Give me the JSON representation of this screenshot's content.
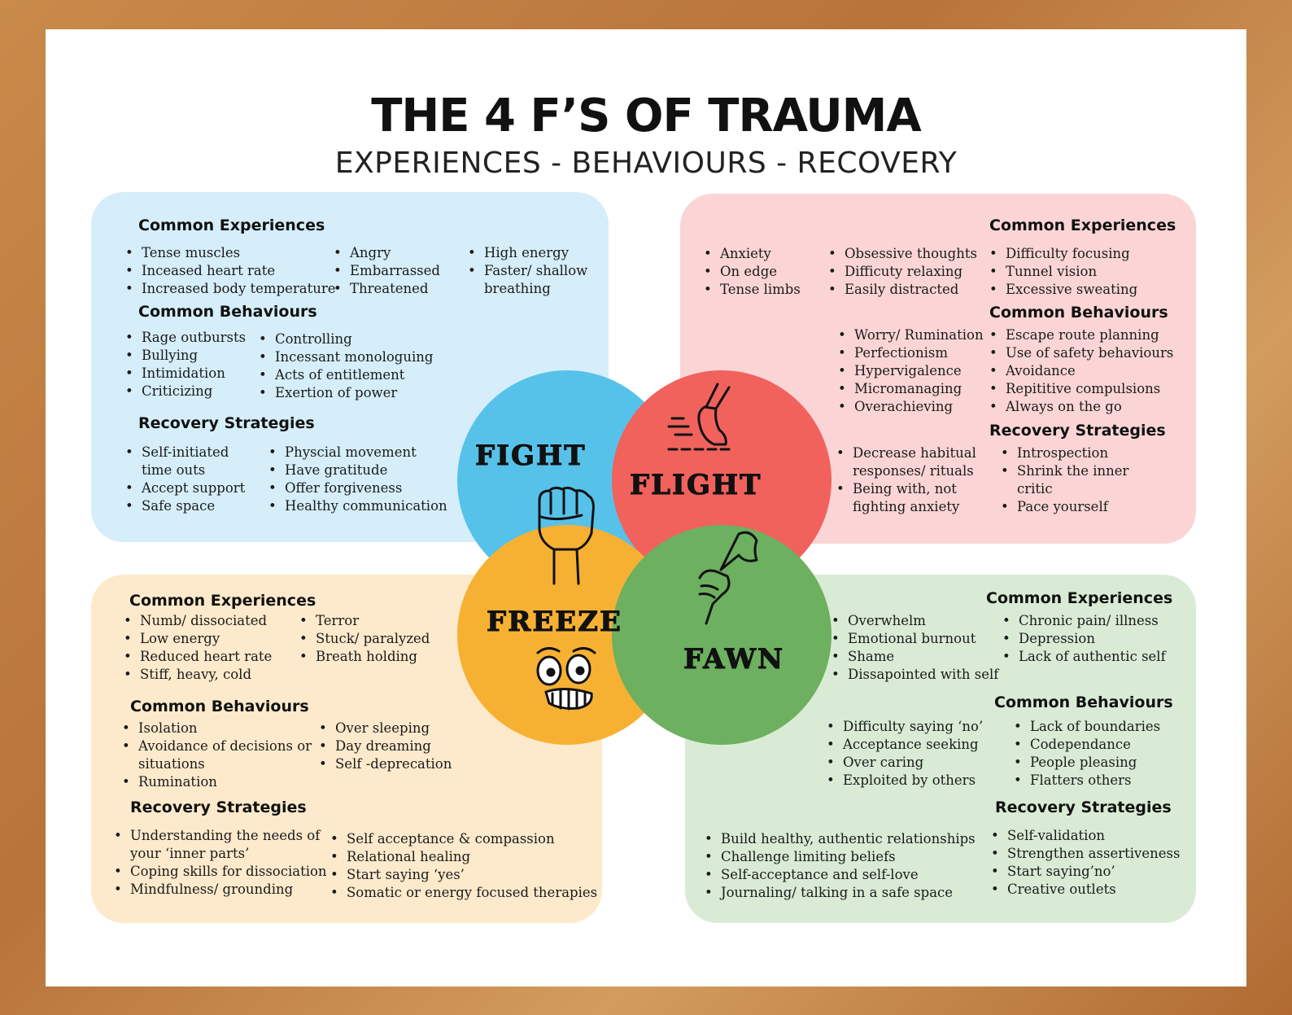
{
  "title": "THE 4 F’S OF TRAUMA",
  "subtitle": "EXPERIENCES - BEHAVIOURS - RECOVERY",
  "colors": {
    "fight": "#56c2ea",
    "flight": "#f1625c",
    "freeze": "#f6b133",
    "fawn": "#6db060"
  },
  "icons": {
    "fight": "raised-fist-icon",
    "flight": "running-shoe-icon",
    "freeze": "scared-face-icon",
    "fawn": "waving-flag-hand-icon"
  },
  "fight": {
    "label": "FIGHT",
    "experiences_heading": "Common Experiences",
    "experiences": [
      [
        "Tense muscles",
        "Inceased heart rate",
        "Increased body temperature"
      ],
      [
        "Angry",
        "Embarrassed",
        "Threatened"
      ],
      [
        "High energy",
        "Faster/ shallow\nbreathing"
      ]
    ],
    "behaviours_heading": "Common Behaviours",
    "behaviours": [
      [
        "Rage outbursts",
        "Bullying",
        "Intimidation",
        "Criticizing"
      ],
      [
        "Controlling",
        "Incessant monologuing",
        "Acts of entitlement",
        "Exertion of power"
      ]
    ],
    "recovery_heading": "Recovery Strategies",
    "recovery": [
      [
        "Self-initiated\ntime outs",
        "Accept support",
        "Safe space"
      ],
      [
        "Physcial movement",
        "Have gratitude",
        "Offer forgiveness",
        "Healthy communication"
      ]
    ]
  },
  "flight": {
    "label": "FLIGHT",
    "experiences_heading": "Common Experiences",
    "experiences": [
      [
        "Anxiety",
        "On edge",
        "Tense limbs"
      ],
      [
        "Obsessive thoughts",
        "Difficuty relaxing",
        "Easily distracted"
      ],
      [
        "Difficulty focusing",
        "Tunnel vision",
        "Excessive sweating"
      ]
    ],
    "behaviours_heading": "Common Behaviours",
    "behaviours": [
      [
        "Worry/ Rumination",
        "Perfectionism",
        "Hypervigalence",
        "Micromanaging",
        "Overachieving"
      ],
      [
        "Escape route planning",
        "Use of safety behaviours",
        "Avoidance",
        "Repititive compulsions",
        "Always on the go"
      ]
    ],
    "recovery_heading": "Recovery Strategies",
    "recovery": [
      [
        "Decrease habitual\nresponses/ rituals",
        "Being with, not\nfighting anxiety"
      ],
      [
        "Introspection",
        "Shrink the inner\ncritic",
        "Pace yourself"
      ]
    ]
  },
  "freeze": {
    "label": "FREEZE",
    "experiences_heading": "Common Experiences",
    "experiences": [
      [
        "Numb/ dissociated",
        "Low energy",
        "Reduced heart rate",
        "Stiff, heavy, cold"
      ],
      [
        "Terror",
        "Stuck/ paralyzed",
        "Breath holding"
      ]
    ],
    "behaviours_heading": "Common Behaviours",
    "behaviours": [
      [
        "Isolation",
        "Avoidance of decisions or\nsituations",
        "Rumination"
      ],
      [
        "Over sleeping",
        "Day dreaming",
        "Self -deprecation"
      ]
    ],
    "recovery_heading": "Recovery Strategies",
    "recovery": [
      [
        "Understanding the needs of\nyour ‘inner parts’",
        "Coping skills for dissociation",
        "Mindfulness/ grounding"
      ],
      [
        "Self acceptance & compassion",
        "Relational healing",
        "Start saying ‘yes’",
        "Somatic or energy focused therapies"
      ]
    ]
  },
  "fawn": {
    "label": "FAWN",
    "experiences_heading": "Common Experiences",
    "experiences": [
      [
        "Overwhelm",
        "Emotional burnout",
        "Shame",
        "Dissapointed with self"
      ],
      [
        "Chronic pain/ illness",
        "Depression",
        "Lack of authentic self"
      ]
    ],
    "behaviours_heading": "Common Behaviours",
    "behaviours": [
      [
        "Difficulty saying ‘no’",
        "Acceptance seeking",
        "Over caring",
        "Exploited by others"
      ],
      [
        "Lack of boundaries",
        "Codependance",
        "People pleasing",
        "Flatters others"
      ]
    ],
    "recovery_heading": "Recovery Strategies",
    "recovery": [
      [
        "Build healthy, authentic relationships",
        "Challenge limiting beliefs",
        "Self-acceptance and self-love",
        "Journaling/ talking in a safe space"
      ],
      [
        "Self-validation",
        "Strengthen assertiveness",
        "Start saying’no’",
        "Creative outlets"
      ]
    ]
  }
}
